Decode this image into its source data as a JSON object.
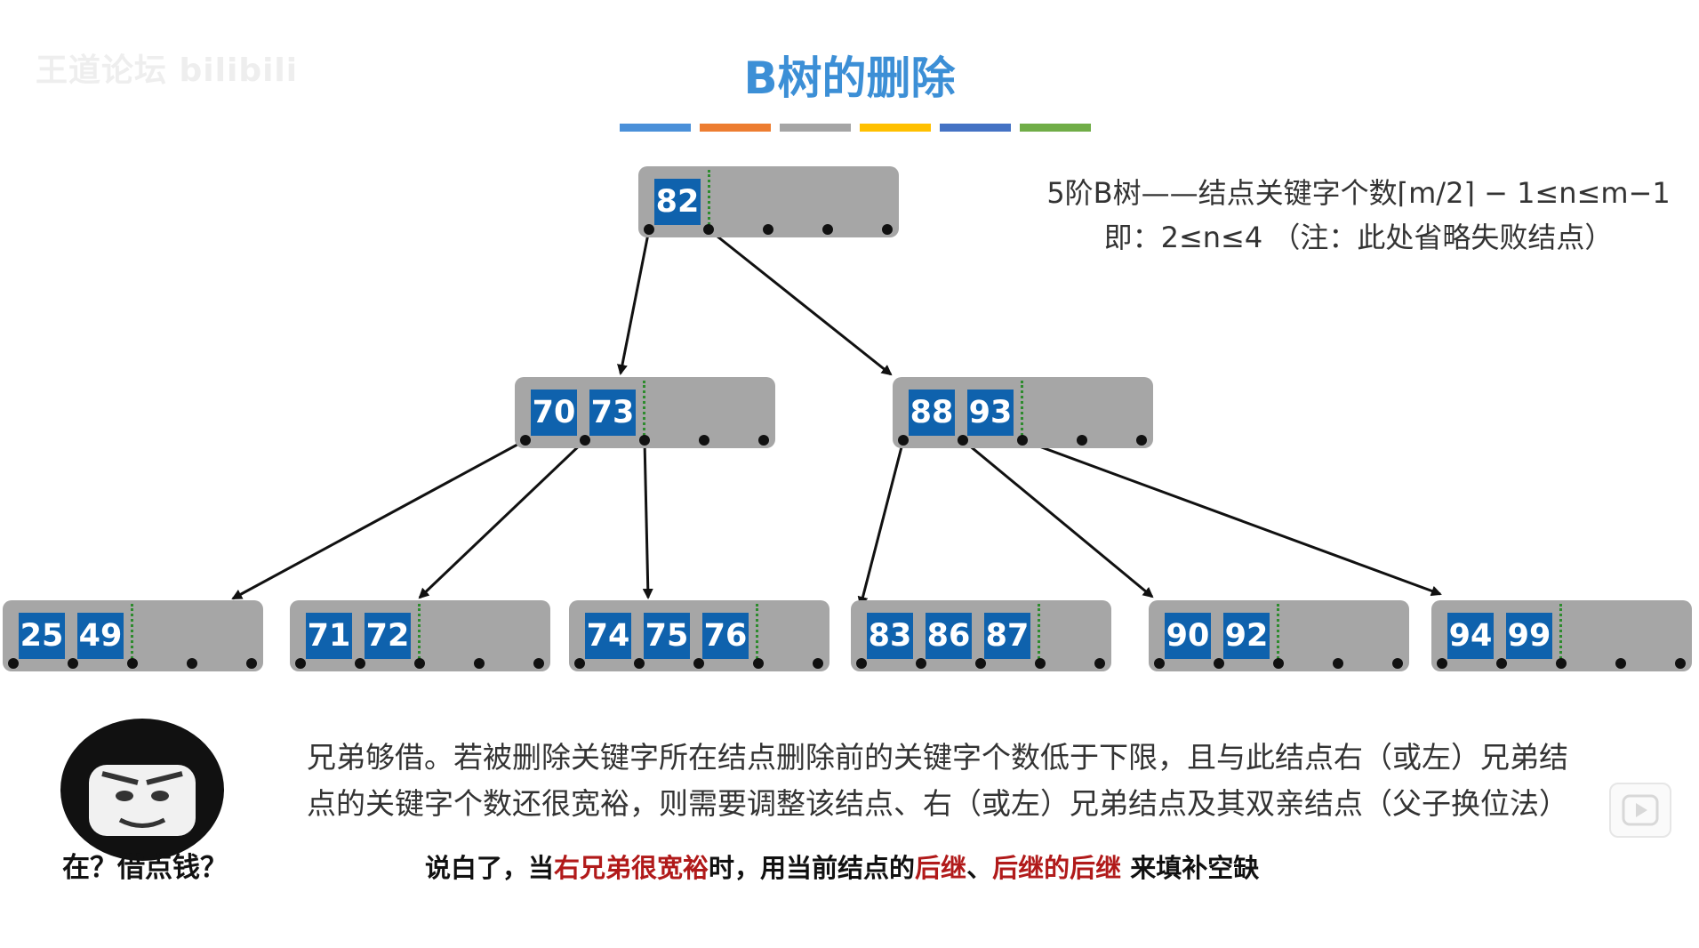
{
  "watermark": "王道论坛 bilibili",
  "title": "B树的删除",
  "title_colors": [
    "#4a90d9",
    "#ed7d31",
    "#a5a5a5",
    "#ffc000",
    "#4472c4",
    "#70ad47"
  ],
  "note": {
    "line1": "5阶B树——结点关键字个数⌈m/2⌉ − 1≤n≤m−1",
    "line2": "即：2≤n≤4 （注：此处省略失败结点）"
  },
  "tree": {
    "root": {
      "keys": [
        "82"
      ]
    },
    "level1": [
      {
        "keys": [
          "70",
          "73"
        ]
      },
      {
        "keys": [
          "88",
          "93"
        ]
      }
    ],
    "leaves": [
      {
        "keys": [
          "25",
          "49"
        ]
      },
      {
        "keys": [
          "71",
          "72"
        ]
      },
      {
        "keys": [
          "74",
          "75",
          "76"
        ]
      },
      {
        "keys": [
          "83",
          "86",
          "87"
        ]
      },
      {
        "keys": [
          "90",
          "92"
        ]
      },
      {
        "keys": [
          "94",
          "99"
        ]
      }
    ]
  },
  "explanation": {
    "line1": "兄弟够借。若被删除关键字所在结点删除前的关键字个数低于下限，且与此结点右（或左）兄弟结",
    "line2": "点的关键字个数还很宽裕，则需要调整该结点、右（或左）兄弟结点及其双亲结点（父子换位法）"
  },
  "summary": {
    "p1": "说白了，当",
    "r1": "右兄弟很宽裕",
    "p2": "时，用当前结点的",
    "r2": "后继",
    "p3": "、",
    "r3": "后继的后继",
    "p4": " 来填补空缺"
  },
  "meme_caption": "在？借点钱？",
  "play_icon": "play-icon"
}
